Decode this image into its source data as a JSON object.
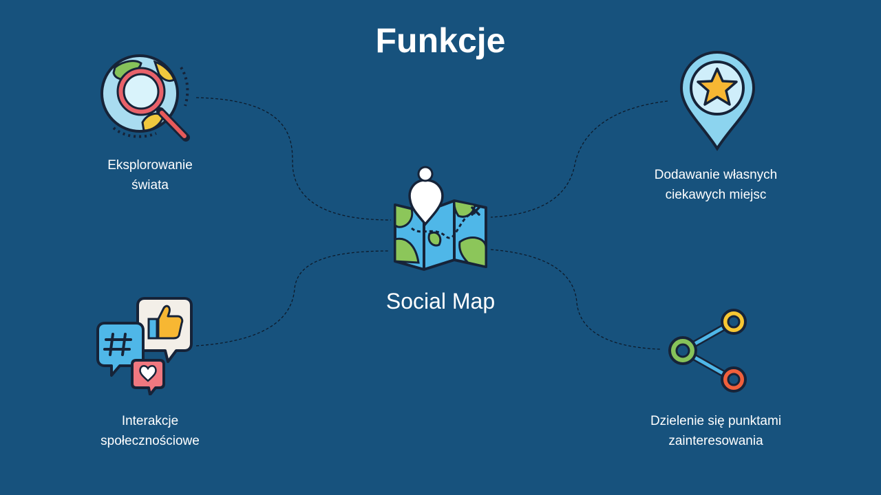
{
  "slide": {
    "title": "Funkcje",
    "center": {
      "label": "Social Map",
      "icon": "treasure-map-pin-icon"
    },
    "features": [
      {
        "id": "explore",
        "line1": "Eksplorowanie",
        "line2": "świata",
        "icon": "globe-magnifier-icon"
      },
      {
        "id": "add-places",
        "line1": "Dodawanie własnych",
        "line2": "ciekawych miejsc",
        "icon": "star-location-pin-icon"
      },
      {
        "id": "social",
        "line1": "Interakcje",
        "line2": "społecznościowe",
        "icon": "social-bubbles-icon"
      },
      {
        "id": "share",
        "line1": "Dzielenie się punktami",
        "line2": "zainteresowania",
        "icon": "share-nodes-icon"
      }
    ],
    "colors": {
      "background": "#17527d",
      "text": "#ffffff",
      "connector": "#0d1a2a"
    }
  }
}
